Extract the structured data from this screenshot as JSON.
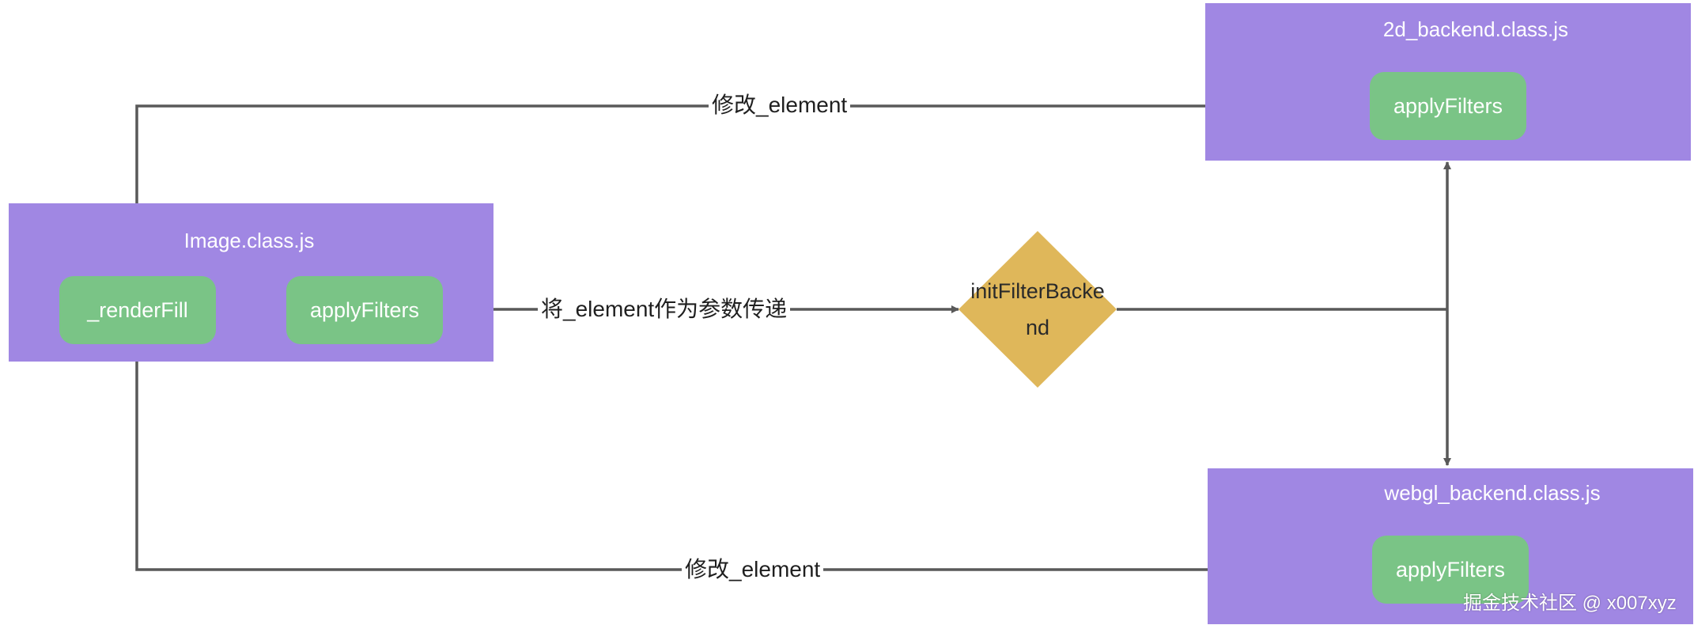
{
  "panels": {
    "image": {
      "title": "Image.class.js",
      "color": "#a087e3"
    },
    "backend2d": {
      "title": "2d_backend.class.js",
      "color": "#a087e3"
    },
    "webgl": {
      "title": "webgl_backend.class.js",
      "color": "#a087e3"
    }
  },
  "nodes": {
    "render_fill": "_renderFill",
    "image_apply": "applyFilters",
    "backend2d_apply": "applyFilters",
    "webgl_apply": "applyFilters",
    "decision_line1": "initFilterBacke",
    "decision_line2": "nd"
  },
  "edges": {
    "top_label": "修改_element",
    "middle_label": "将_element作为参数传递",
    "bottom_label": "修改_element"
  },
  "colors": {
    "panel": "#a087e3",
    "node": "#7ac486",
    "decision": "#dfb75a",
    "arrow": "#595959"
  },
  "watermark": "掘金技术社区 @ x007xyz"
}
